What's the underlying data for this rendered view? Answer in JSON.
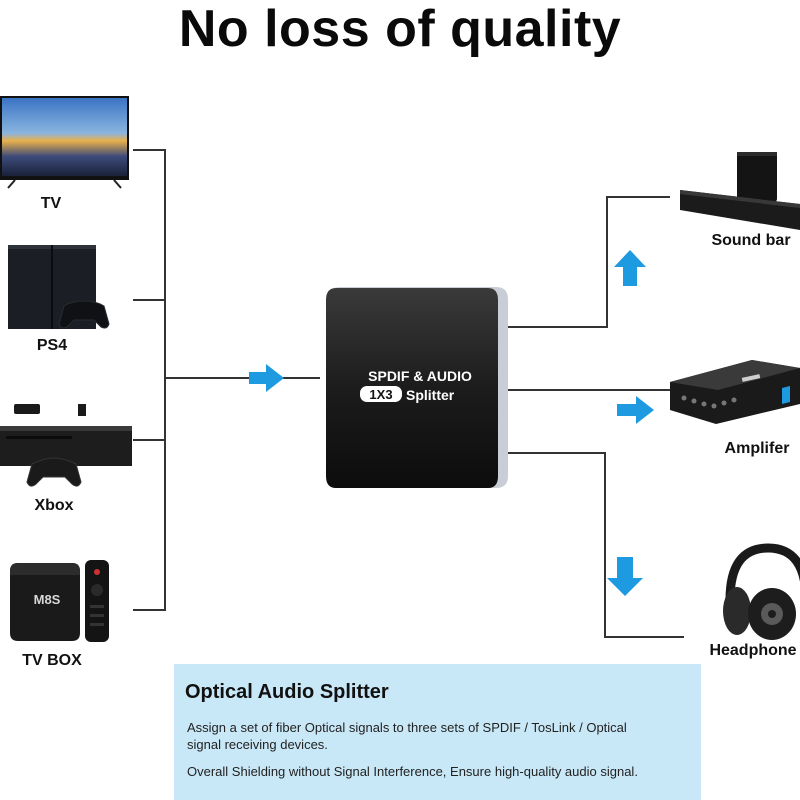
{
  "headline": "No loss of quality",
  "sources": {
    "tv": "TV",
    "ps4": "PS4",
    "xbox": "Xbox",
    "tvbox": "TV BOX",
    "tvbox_brand": "M8S"
  },
  "splitter": {
    "line1": "SPDIF & AUDIO",
    "badge": "1X3",
    "line2": "Splitter"
  },
  "outputs": {
    "soundbar": "Sound bar",
    "amplifier": "Amplifer",
    "headphone": "Headphone"
  },
  "info": {
    "title": "Optical Audio Splitter",
    "line1": "Assign a set of fiber Optical signals to three sets of  SPDIF / TosLink / Optical",
    "line2": "signal receiving devices.",
    "line3": "Overall Shielding without Signal Interference, Ensure high-quality audio signal."
  },
  "colors": {
    "arrow": "#1e9be0",
    "wire": "#333333",
    "info_bg": "#c9e8f7"
  }
}
